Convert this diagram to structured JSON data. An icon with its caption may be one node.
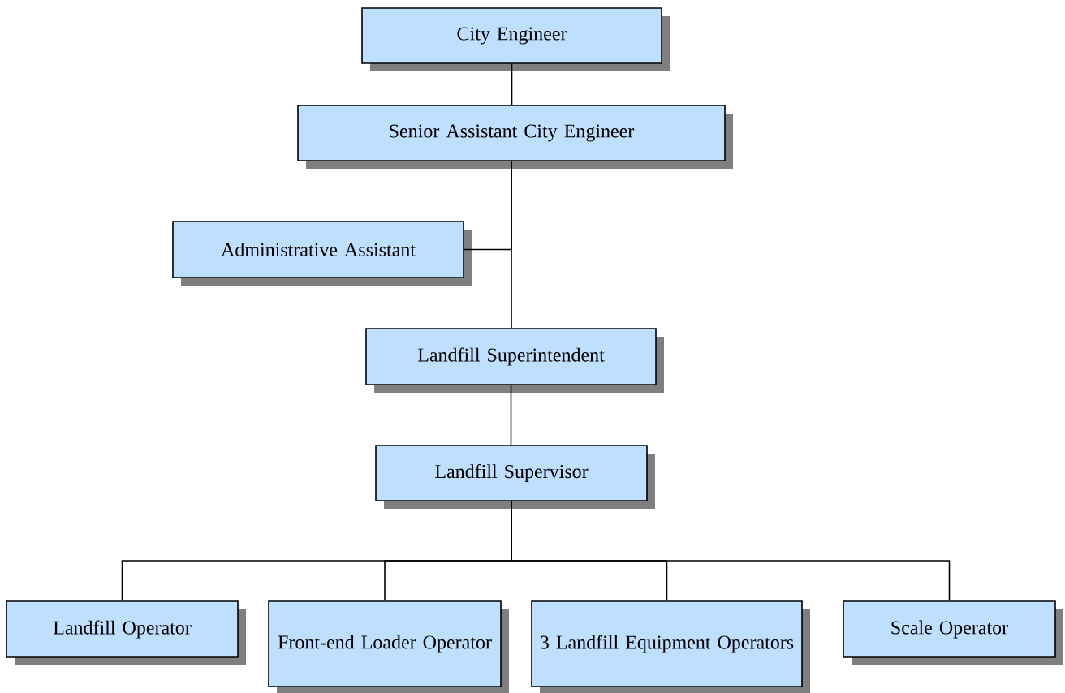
{
  "diagram": {
    "nodes": [
      {
        "text": [
          "City Engineer"
        ]
      },
      {
        "text": [
          "Senior Assistant City Engineer"
        ]
      },
      {
        "text": [
          "Administrative Assistant"
        ]
      },
      {
        "text": [
          "Landfill Superintendent"
        ]
      },
      {
        "text": [
          "Landfill Supervisor"
        ]
      },
      {
        "text": [
          "Landfill Operator"
        ]
      },
      {
        "text": [
          "Front-end Loader Operator"
        ]
      },
      {
        "text": [
          "3 Landfill Equipment Operators"
        ]
      },
      {
        "text": [
          "Scale Operator"
        ]
      }
    ],
    "edges": [
      {
        "from": 0,
        "to": 1,
        "arrow": "none"
      },
      {
        "from": 1,
        "to": 2,
        "arrow": "none"
      },
      {
        "from": 1,
        "to": 3,
        "arrow": "none"
      },
      {
        "from": 3,
        "to": 4,
        "arrow": "none"
      },
      {
        "from": 4,
        "to": 5,
        "arrow": "none"
      },
      {
        "from": 4,
        "to": 6,
        "arrow": "none"
      },
      {
        "from": 4,
        "to": 7,
        "arrow": "none"
      },
      {
        "from": 4,
        "to": 8,
        "arrow": "none"
      }
    ]
  }
}
